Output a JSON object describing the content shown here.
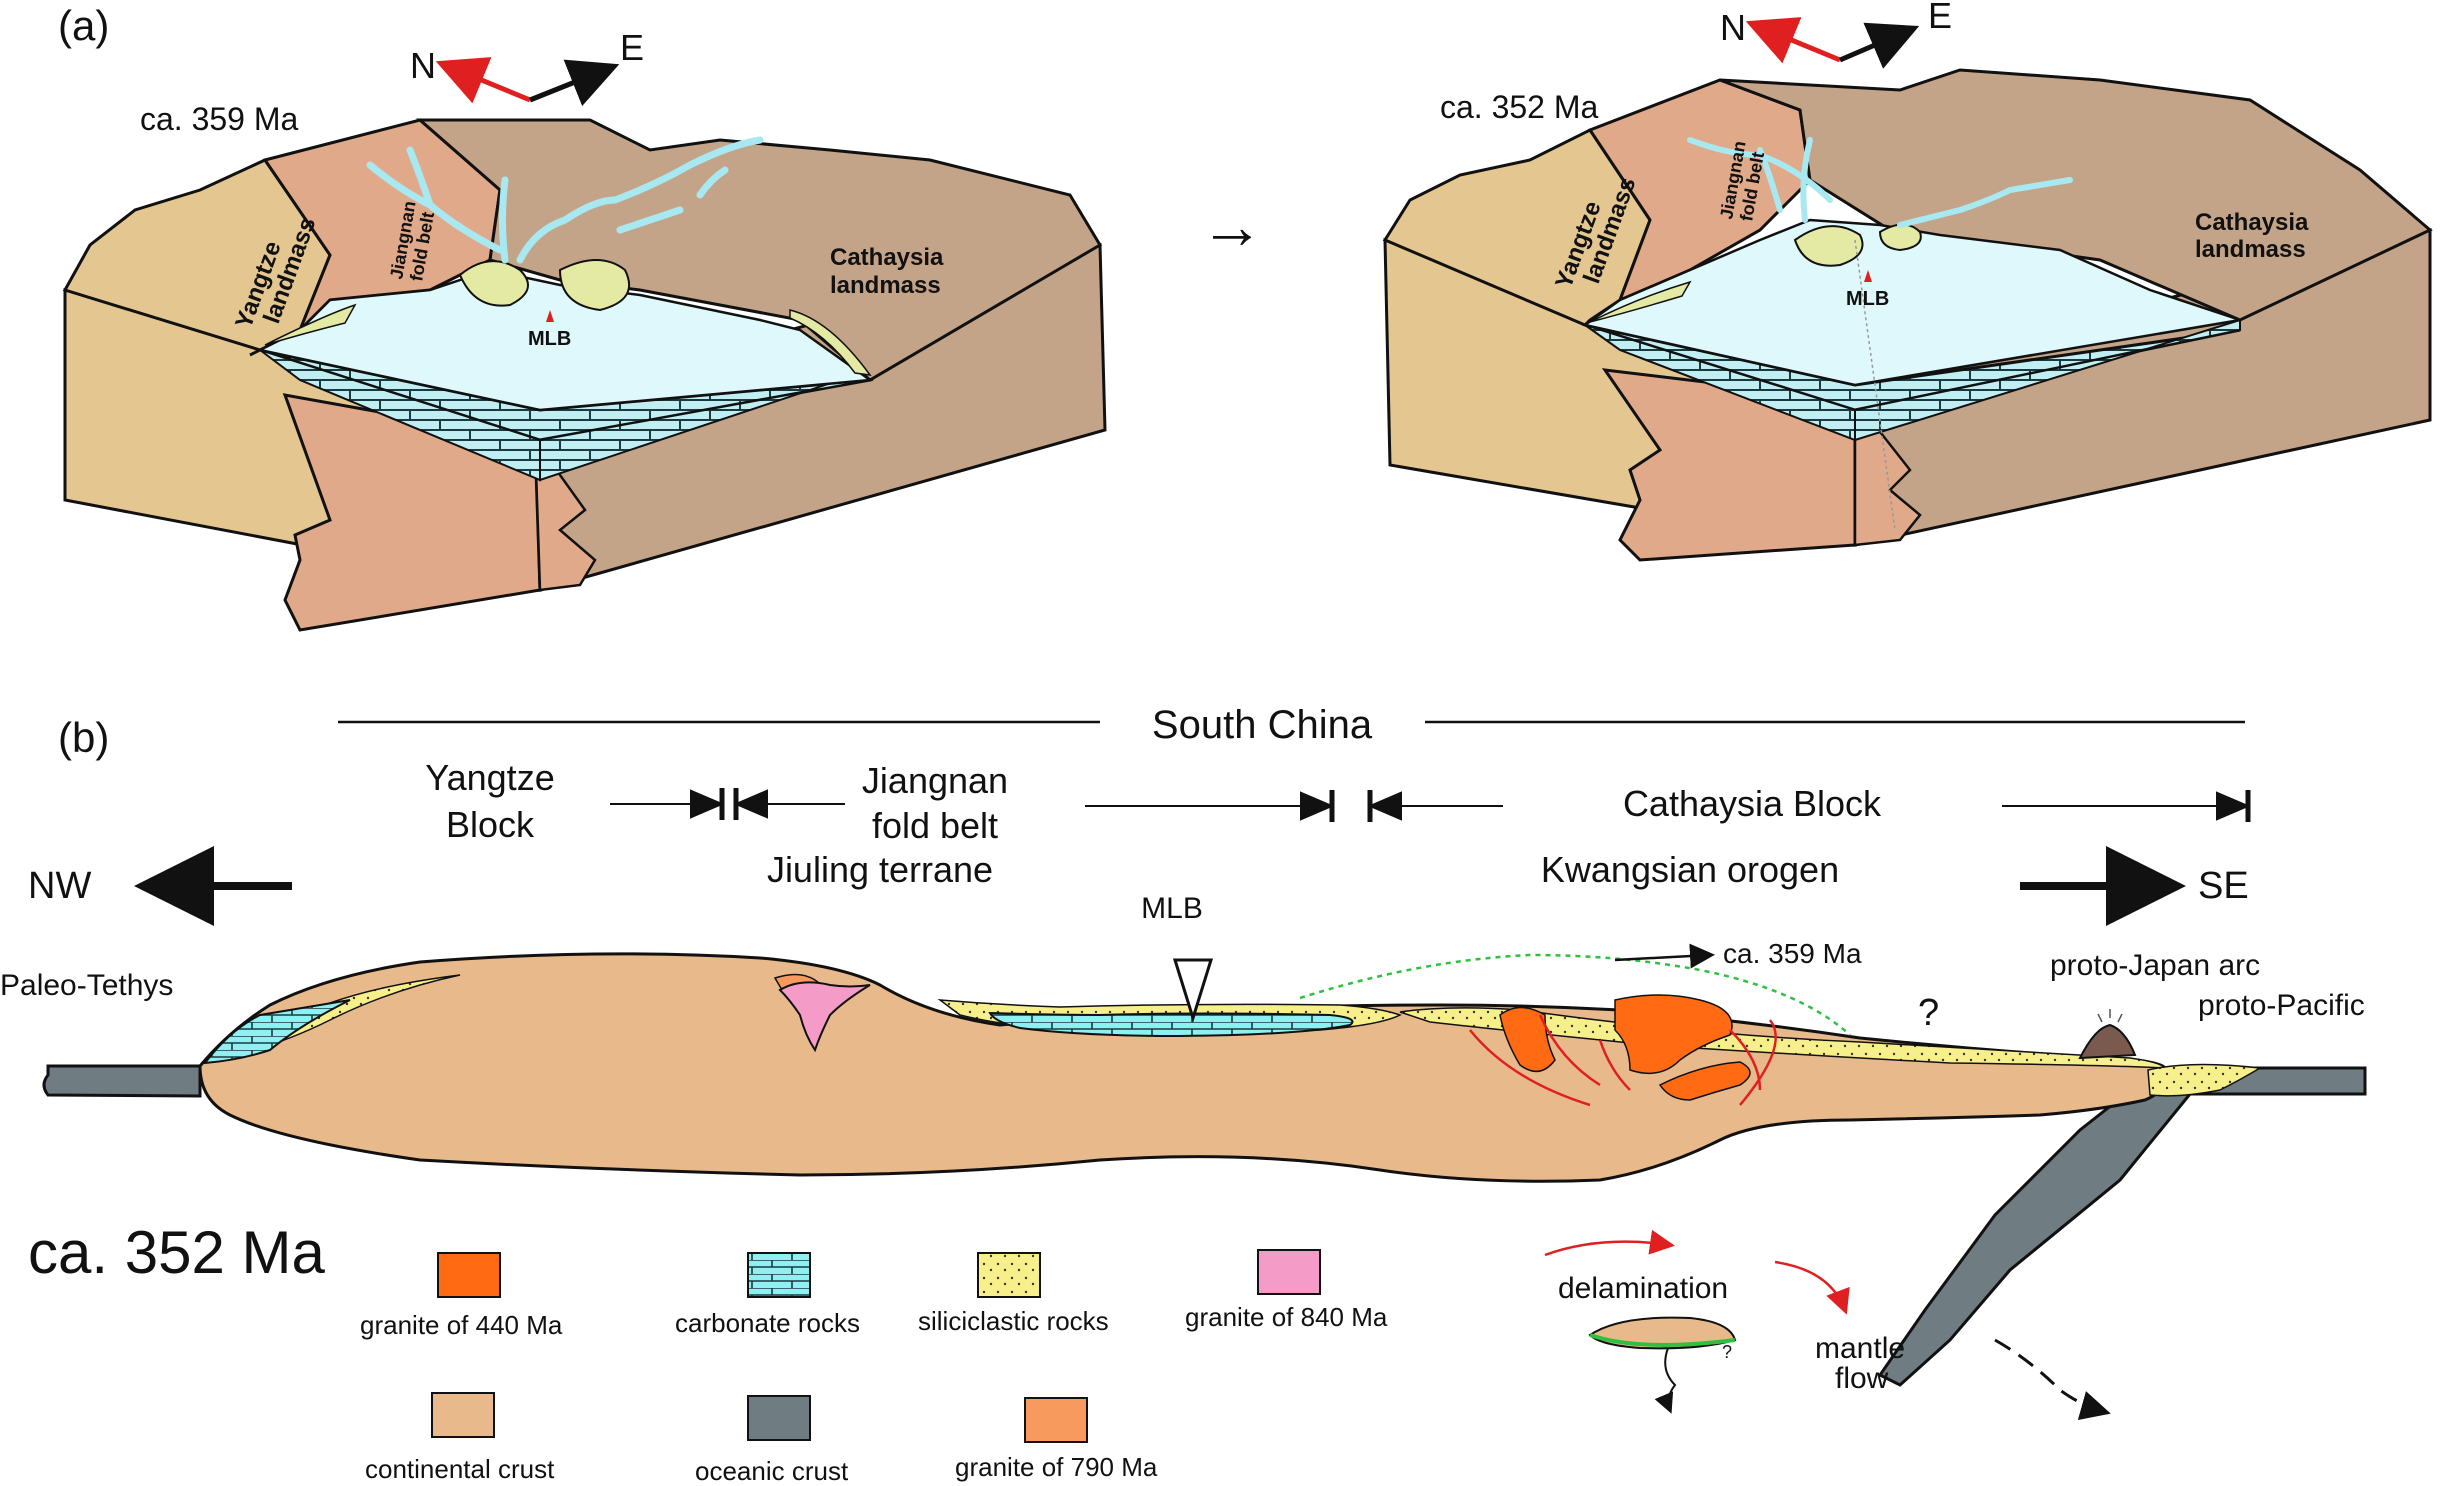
{
  "panel_a": {
    "label": "(a)",
    "arrow_between": "→",
    "left": {
      "age": "ca. 359 Ma",
      "compass_n": "N",
      "compass_e": "E",
      "yangtze": [
        "Yangtze",
        "landmass"
      ],
      "jiangnan": [
        "Jiangnan",
        "fold belt"
      ],
      "cathaysia": [
        "Cathaysia",
        "landmass"
      ],
      "mlb": "MLB"
    },
    "right": {
      "age": "ca. 352 Ma",
      "compass_n": "N",
      "compass_e": "E",
      "yangtze": [
        "Yangtze",
        "landmass"
      ],
      "jiangnan": [
        "Jiangnan",
        "fold belt"
      ],
      "cathaysia": [
        "Cathaysia",
        "landmass"
      ],
      "mlb": "MLB"
    }
  },
  "panel_b": {
    "label": "(b)",
    "south_china": "South China",
    "yangtze_block": [
      "Yangtze",
      "Block"
    ],
    "jiangnan": [
      "Jiangnan",
      "fold belt"
    ],
    "jiuling": "Jiuling terrane",
    "cathaysia_block": "Cathaysia Block",
    "kwangsian": "Kwangsian orogen",
    "nw": "NW",
    "se": "SE",
    "mlb": "MLB",
    "ca359": "ca. 359 Ma",
    "paleo_tethys": "Paleo-Tethys",
    "proto_japan": "proto-Japan arc",
    "proto_pacific": "proto-Pacific",
    "question": "?",
    "age": "ca. 352 Ma",
    "delamination": "delamination",
    "mantle_flow": [
      "mantle",
      "flow"
    ],
    "small_question": "?"
  },
  "legend": [
    {
      "label": "granite of 440 Ma",
      "color": "#ff6a13"
    },
    {
      "label": "carbonate rocks",
      "color": "#8ef0f0"
    },
    {
      "label": "siliciclastic rocks",
      "color": "#f7f08a"
    },
    {
      "label": "granite of 840 Ma",
      "color": "#f59bc8"
    },
    {
      "label": "continental crust",
      "color": "#e8b98a"
    },
    {
      "label": "oceanic crust",
      "color": "#6f7c82"
    },
    {
      "label": "granite of 790 Ma",
      "color": "#f79a5e"
    }
  ],
  "colors": {
    "yangtze": "#e3c690",
    "jiangnan": "#e0a98a",
    "cathaysia": "#c4a489",
    "sea": "#dff8fb",
    "carbonate": "#bfeff2",
    "river": "#a8e9f1",
    "fan": "#e4eaa4",
    "crust": "#e8b98a",
    "ocean_crust": "#6f7c82",
    "compass_n": "#e02020"
  }
}
